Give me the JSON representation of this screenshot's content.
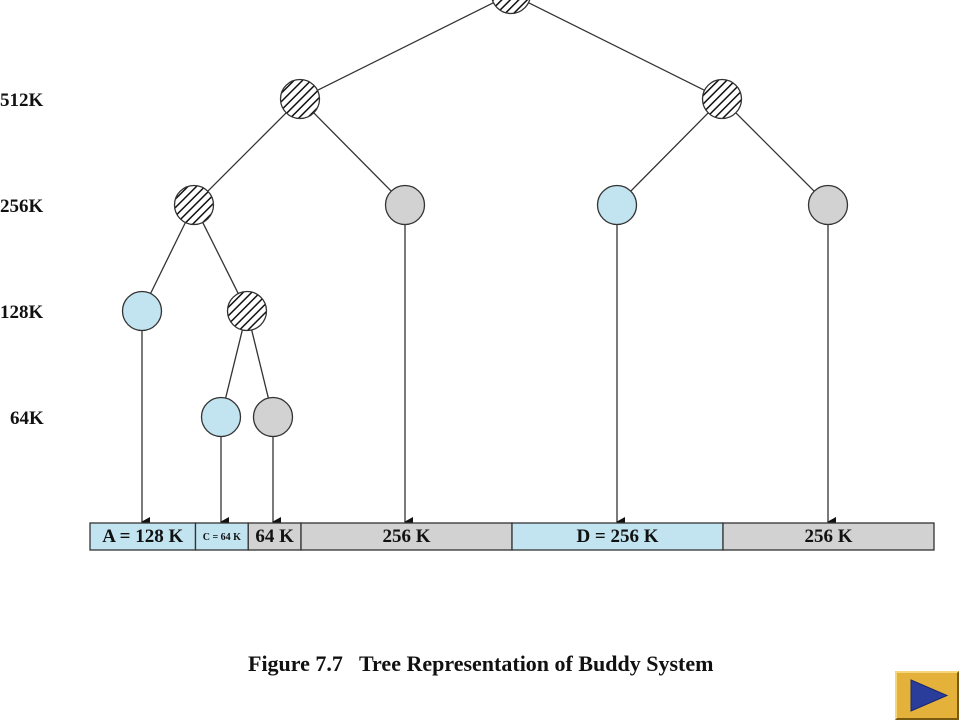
{
  "colors": {
    "allocated": "#c2e4f0",
    "free": "#d2d2d2",
    "split_fill": "#ffffff",
    "line": "#333333",
    "button": "#e4b23a",
    "button_arrow": "#2a3d9a"
  },
  "level_labels": [
    "512K",
    "256K",
    "128K",
    "64K"
  ],
  "tree": {
    "root": {
      "state": "split"
    },
    "nodes": [
      {
        "id": "n512a",
        "state": "split"
      },
      {
        "id": "n512b",
        "state": "split"
      },
      {
        "id": "n256a",
        "state": "split"
      },
      {
        "id": "n256b",
        "state": "free"
      },
      {
        "id": "n256c",
        "state": "allocated"
      },
      {
        "id": "n256d",
        "state": "free"
      },
      {
        "id": "n128a",
        "state": "allocated"
      },
      {
        "id": "n128b",
        "state": "split"
      },
      {
        "id": "n64a",
        "state": "allocated"
      },
      {
        "id": "n64b",
        "state": "free"
      }
    ]
  },
  "memory_bar": [
    {
      "label": "A = 128 K",
      "size_k": 128,
      "state": "allocated"
    },
    {
      "label": "C = 64 K",
      "size_k": 64,
      "state": "allocated",
      "small": true
    },
    {
      "label": "64 K",
      "size_k": 64,
      "state": "free"
    },
    {
      "label": "256 K",
      "size_k": 256,
      "state": "free"
    },
    {
      "label": "D = 256 K",
      "size_k": 256,
      "state": "allocated"
    },
    {
      "label": "256 K",
      "size_k": 256,
      "state": "free"
    }
  ],
  "caption": "Figure 7.7   Tree Representation of Buddy System",
  "next_button": {
    "icon": "play-arrow-icon"
  }
}
